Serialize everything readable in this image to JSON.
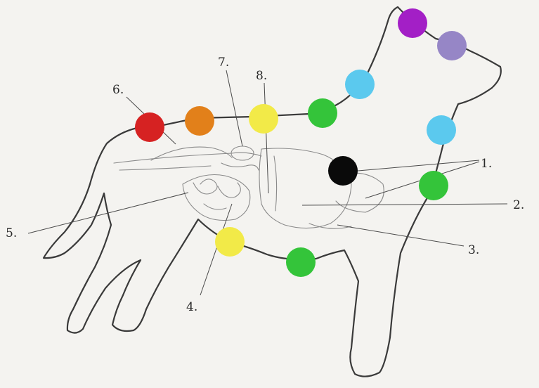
{
  "diagram": {
    "labels": [
      "1.",
      "2.",
      "3.",
      "4.",
      "5.",
      "6.",
      "7.",
      "8."
    ]
  },
  "markers": {
    "colors": {
      "red": "#d62222",
      "orange": "#e2801a",
      "yellow": "#f2ea48",
      "green": "#34c43a",
      "light-blue": "#5bc9ee",
      "purple": "#a31fc6",
      "lavender": "#9686c6",
      "black": "#0a0a0a"
    }
  }
}
